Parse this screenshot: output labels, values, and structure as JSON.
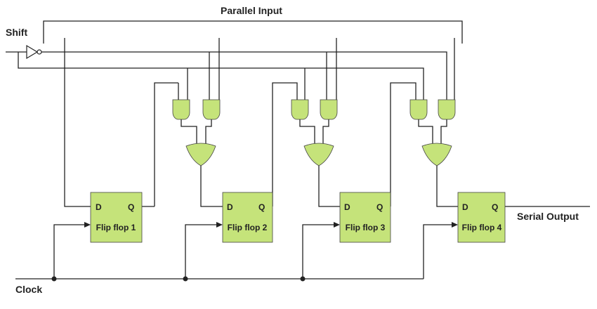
{
  "labels": {
    "parallel_input": "Parallel Input",
    "shift": "Shift",
    "clock": "Clock",
    "serial_output": "Serial Output"
  },
  "flip_flops": [
    {
      "d": "D",
      "q": "Q",
      "name": "Flip flop 1"
    },
    {
      "d": "D",
      "q": "Q",
      "name": "Flip flop 2"
    },
    {
      "d": "D",
      "q": "Q",
      "name": "Flip flop 3"
    },
    {
      "d": "D",
      "q": "Q",
      "name": "Flip flop 4"
    }
  ],
  "colors": {
    "gate_fill": "#c5e37a",
    "wire": "#222222",
    "background": "#ffffff"
  }
}
